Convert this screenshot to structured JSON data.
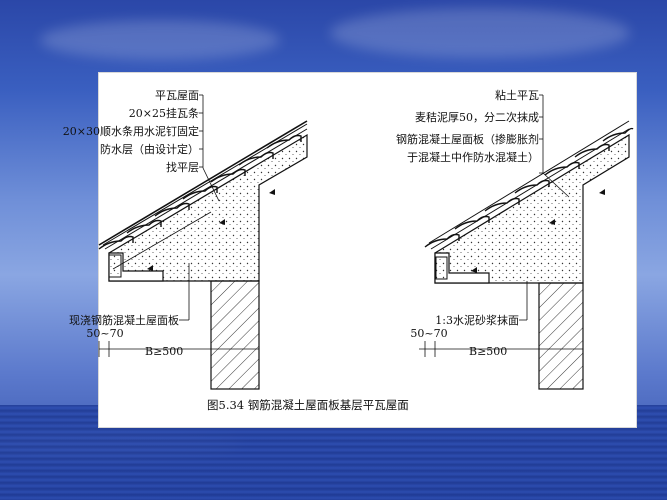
{
  "left_diagram": {
    "labels": [
      "平瓦屋面",
      "20×25挂瓦条",
      "20×30顺水条用水泥钉固定",
      "防水层（由设计定）",
      "找平层"
    ],
    "slab_label": "现浇钢筋混凝土屋面板",
    "dim_eave": "50~70",
    "dim_b": "B≥500"
  },
  "right_diagram": {
    "labels": [
      "粘土平瓦",
      "麦秸泥厚50，分二次抹成",
      "钢筋混凝土屋面板（掺膨胀剂",
      "于混凝土中作防水混凝土）"
    ],
    "mortar_label": "1:3水泥砂浆抹面",
    "dim_eave": "50~70",
    "dim_b": "B≥500"
  },
  "caption": "图5.34  钢筋混凝土屋面板基层平瓦屋面",
  "colors": {
    "background_top": "#2b47a8",
    "background_mid": "#8aa6e2",
    "panel": "#ffffff",
    "ink": "#111111"
  }
}
